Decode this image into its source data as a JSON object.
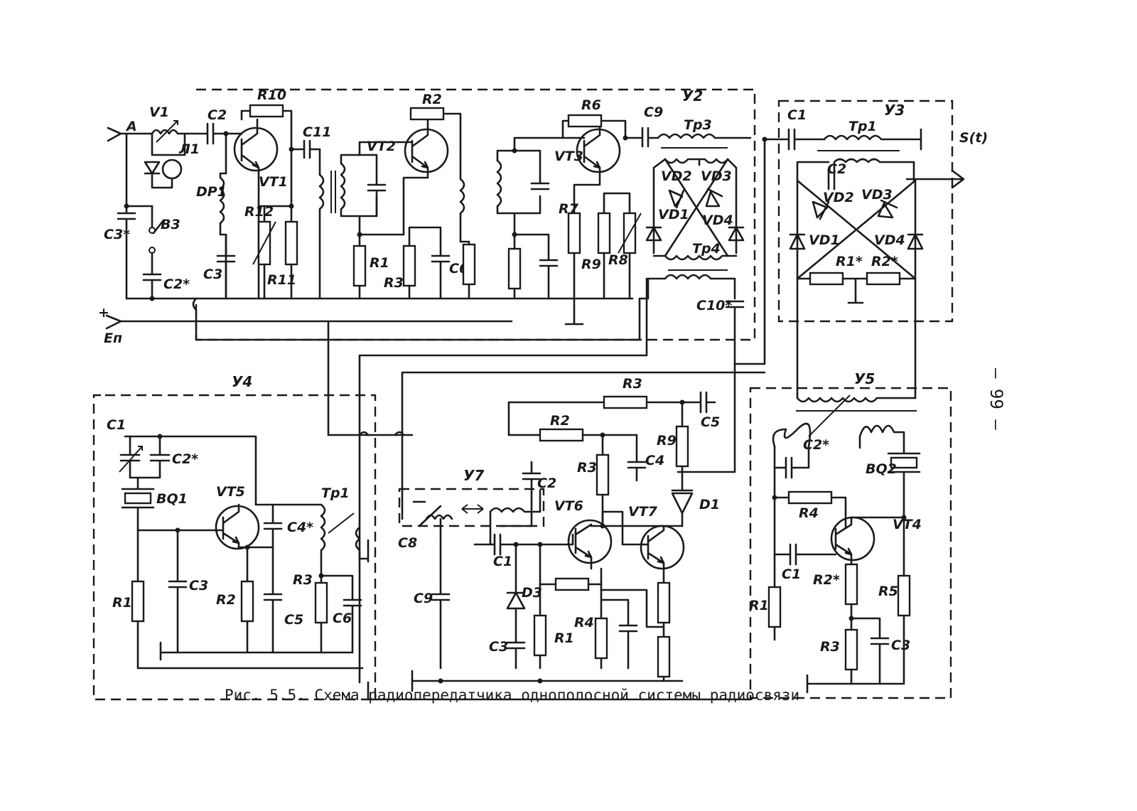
{
  "caption": "Рис. 5.5. Схема радиопередатчика однополосной системы радиосвязи",
  "page_number": "– 99 –",
  "blocks": {
    "u2": "У2",
    "u3": "У3",
    "u4": "У4",
    "u5": "У5",
    "u7": "У7"
  },
  "terminals": {
    "antenna": "А",
    "power": "Еп",
    "plus": "+",
    "output": "S(t)"
  },
  "labels": {
    "V1": "V1",
    "L1": "Л1",
    "B3": "B3",
    "C3s": "C3*",
    "C2s": "C2*",
    "C2": "C2",
    "DP1": "DP1",
    "C3": "C3",
    "R10": "R10",
    "VT1": "VT1",
    "R12": "R12",
    "R11": "R11",
    "C11": "C11",
    "R2": "R2",
    "VT2": "VT2",
    "R1": "R1",
    "R3": "R3",
    "C6": "C6",
    "R6": "R6",
    "VT3": "VT3",
    "R7": "R7",
    "R9": "R9",
    "R8": "R8",
    "C9": "C9",
    "Tr3": "Tp3",
    "VD2": "VD2",
    "VD3": "VD3",
    "VD1": "VD1",
    "VD4": "VD4",
    "Tr4": "Tp4",
    "C10s": "C10*",
    "u3_C1": "C1",
    "u3_Tr1": "Tp1",
    "u3_C2": "C2",
    "u3_VD2": "VD2",
    "u3_VD3": "VD3",
    "u3_VD1": "VD1",
    "u3_VD4": "VD4",
    "u3_R1s": "R1*",
    "u3_R2s": "R2*",
    "u4_C1": "C1",
    "u4_C2s": "C2*",
    "BQ1": "BQ1",
    "VT5": "VT5",
    "u4_C4s": "C4*",
    "u4_Tr1": "Tp1",
    "u4_R1": "R1",
    "u4_C3": "C3",
    "u4_R2": "R2",
    "u4_C5": "C5",
    "u4_R3": "R3",
    "u4_C6": "C6",
    "m_R3top": "R3",
    "m_R2": "R2",
    "m_C5": "C5",
    "m_R9": "R9",
    "m_R3": "R3",
    "m_C4": "C4",
    "m_C2": "C2",
    "VT6": "VT6",
    "VT7": "VT7",
    "D1": "D1",
    "m_C8": "C8",
    "m_C9": "C9",
    "m_C1": "C1",
    "D3": "D3",
    "m_C3": "C3",
    "m_R1": "R1",
    "m_R4": "R4",
    "u5_C2s": "C2*",
    "BQ2": "BQ2",
    "u5_R4": "R4",
    "VT4": "VT4",
    "u5_C1": "C1",
    "u5_R1": "R1",
    "u5_R2s": "R2*",
    "u5_R5": "R5",
    "u5_R3": "R3",
    "u5_C3": "C3"
  }
}
